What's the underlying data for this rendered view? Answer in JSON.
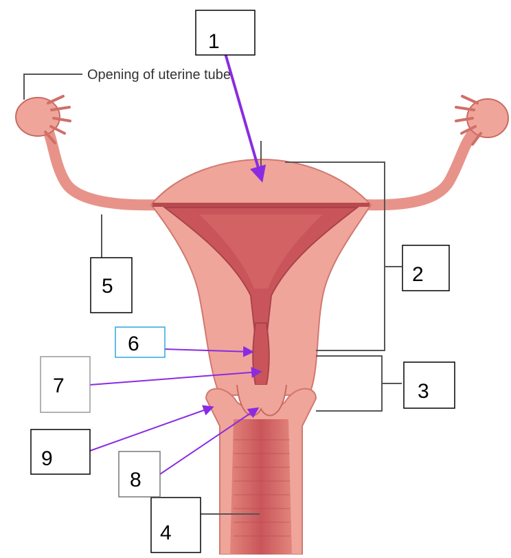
{
  "caption": "Opening of uterine tube",
  "labels": [
    {
      "id": "1",
      "text": "1"
    },
    {
      "id": "2",
      "text": "2"
    },
    {
      "id": "3",
      "text": "3"
    },
    {
      "id": "4",
      "text": "4"
    },
    {
      "id": "5",
      "text": "5"
    },
    {
      "id": "6",
      "text": "6"
    },
    {
      "id": "7",
      "text": "7"
    },
    {
      "id": "8",
      "text": "8"
    },
    {
      "id": "9",
      "text": "9"
    }
  ],
  "colors": {
    "tissue": "#f0a59a",
    "tissue_dark": "#d97068",
    "cavity": "#c9555a",
    "leader": "#555555",
    "arrow_primary": "#8a2be2",
    "box_highlight": "#29a8e0"
  }
}
